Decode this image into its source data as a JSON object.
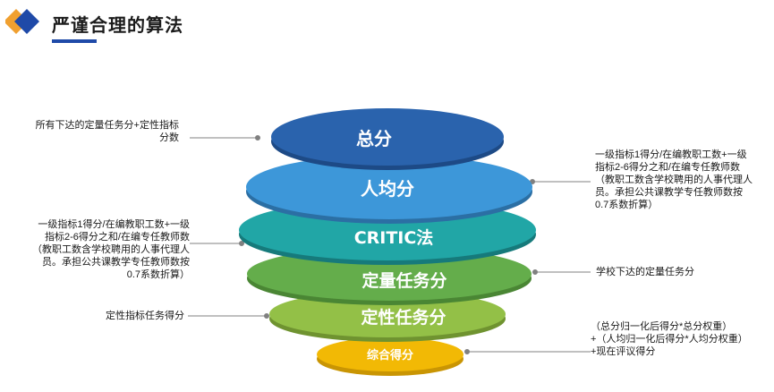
{
  "header": {
    "title": "严谨合理的算法"
  },
  "layers": [
    {
      "label": "总分",
      "color": "#2a63ad"
    },
    {
      "label": "人均分",
      "color": "#3d97d9"
    },
    {
      "label": "CRITIC法",
      "color": "#21a6a6"
    },
    {
      "label": "定量任务分",
      "color": "#64ad4b"
    },
    {
      "label": "定性任务分",
      "color": "#93c047"
    },
    {
      "label": "综合得分",
      "color": "#f2b905"
    }
  ],
  "notes": {
    "left_total": "所有下达的定量任务分+定性指标\n分数",
    "left_critic": "一级指标1得分/在编教职工数+一级\n指标2-6得分之和/在编专任教师数\n（教职工数含学校聘用的人事代理人\n员。承担公共课教学专任教师数按\n0.7系数折算）",
    "left_qualitative": "定性指标任务得分",
    "right_percapita": "一级指标1得分/在编教职工数+一级\n指标2-6得分之和/在编专任教师数\n（教职工数含学校聘用的人事代理人\n员。承担公共课教学专任教师数按\n0.7系数折算）",
    "right_quantitative": "学校下达的定量任务分",
    "right_composite": "（总分归一化后得分*总分权重）\n+（人均归一化后得分*人均分权重）\n+现在评议得分"
  }
}
